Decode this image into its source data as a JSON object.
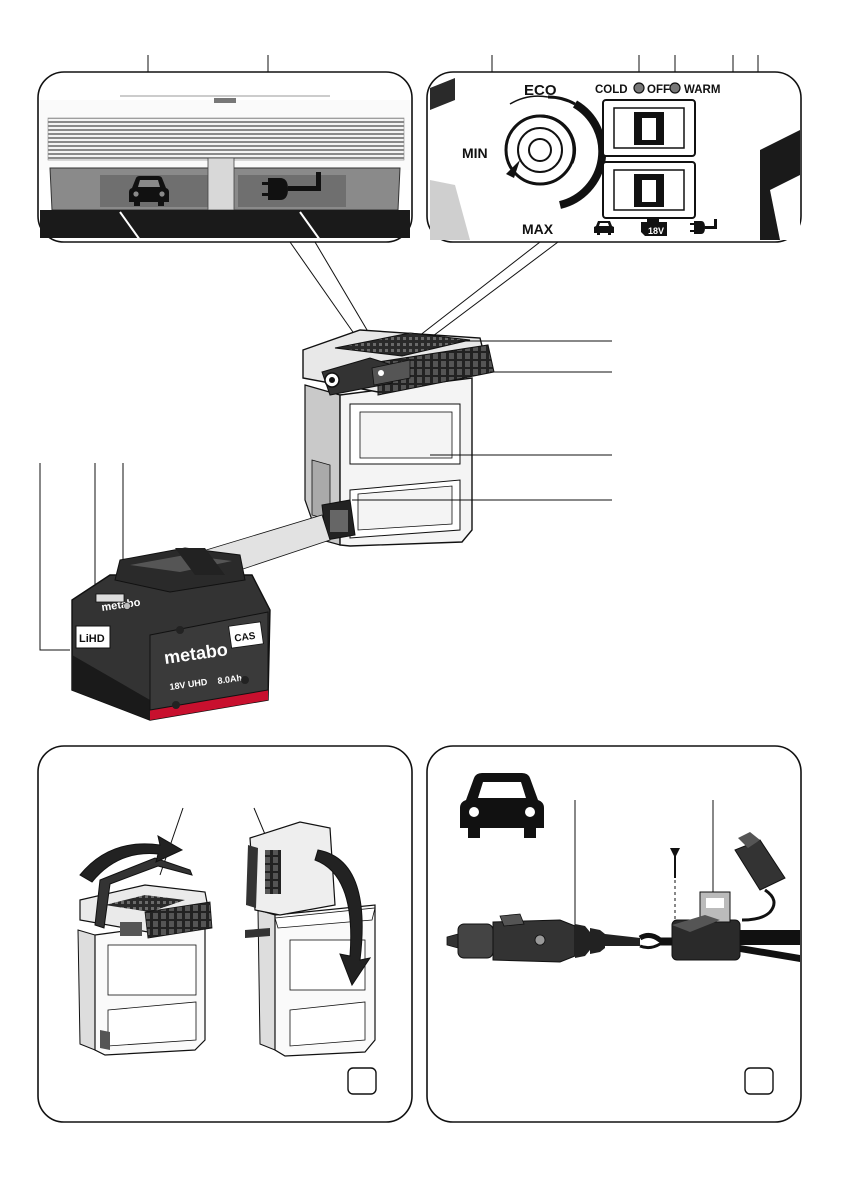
{
  "control_panel": {
    "eco_label": "ECO",
    "min_label": "MIN",
    "max_label": "MAX",
    "cold_label": "COLD",
    "off_label": "OFF",
    "warm_label": "WARM",
    "battery_badge": "18V"
  },
  "battery": {
    "brand_top": "metabo",
    "brand_front": "metabo",
    "type_label": "LiHD",
    "class_badge": "CAS",
    "model_label": "18V UHD",
    "capacity_label": "8.0Ah"
  },
  "icons": {
    "car_icon": "car-icon",
    "plug_icon": "plug-icon",
    "battery_icon": "battery-18v-icon"
  },
  "colors": {
    "line": "#111111",
    "grey_panel": "#8a8a8a",
    "battery_red": "#c8102e",
    "callout_box": "#ffffff"
  }
}
